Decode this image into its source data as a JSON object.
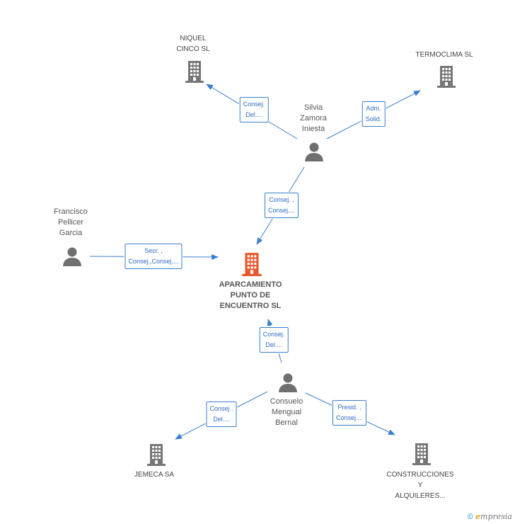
{
  "nodes": {
    "main": {
      "lines": [
        "APARCAMIENTO",
        "PUNTO DE",
        "ENCUENTRO SL"
      ]
    },
    "niquel": {
      "lines": [
        "NIQUEL",
        "CINCO SL"
      ]
    },
    "termoclima": {
      "lines": [
        "TERMOCLIMA SL"
      ]
    },
    "silvia": {
      "lines": [
        "Silvia",
        "Zamora",
        "Iniesta"
      ]
    },
    "francisco": {
      "lines": [
        "Francisco",
        "Pellicer",
        "Garcia"
      ]
    },
    "consuelo": {
      "lines": [
        "Consuelo",
        "Mengual",
        "Bernal"
      ]
    },
    "jemeca": {
      "lines": [
        "JEMECA SA"
      ]
    },
    "construcciones": {
      "lines": [
        "CONSTRUCCIONES",
        "Y",
        "ALQUILERES..."
      ]
    }
  },
  "edges": {
    "silvia_niquel": {
      "line1": "Consej.",
      "line2": "Del...."
    },
    "silvia_termoclima": {
      "line1": "Adm.",
      "line2": "Solid."
    },
    "silvia_main": {
      "line1": "Consej. ,",
      "line2": "Consej...."
    },
    "francisco_main": {
      "line1": "Secr. ,",
      "line2": "Consej.,Consej...."
    },
    "consuelo_main": {
      "line1": "Consej.",
      "line2": "Del...."
    },
    "consuelo_jemeca": {
      "line1": "Consej .",
      "line2": "Del...."
    },
    "consuelo_construcciones": {
      "line1": "Presid. ,",
      "line2": "Consej...."
    }
  },
  "footer": {
    "copyright": "©",
    "brand_first": "e",
    "brand_rest": "mpresia"
  },
  "colors": {
    "accent": "#3a7fd0",
    "main_building": "#e8582a",
    "building": "#777777",
    "person": "#6f6f6f"
  }
}
